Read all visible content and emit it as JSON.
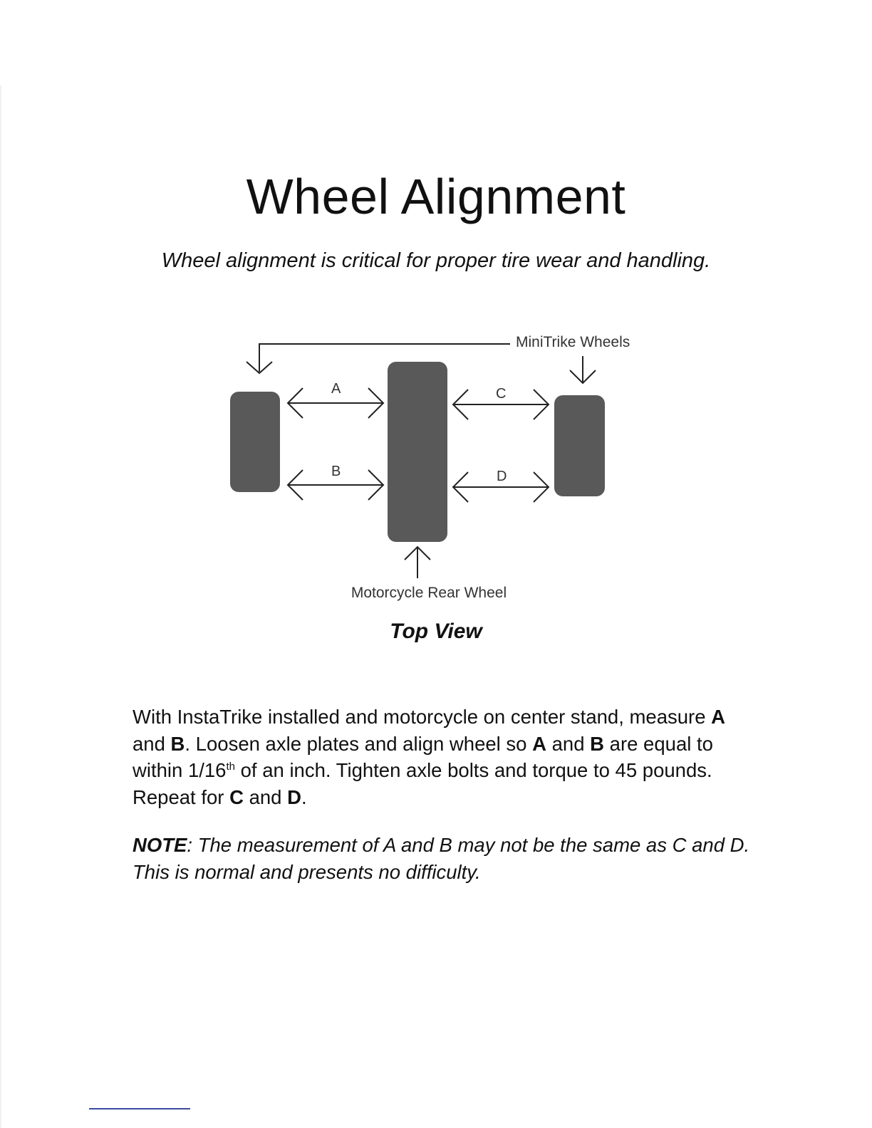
{
  "title": "Wheel Alignment",
  "subtitle": "Wheel alignment is critical for proper tire wear and handling.",
  "diagram": {
    "minitrike_label": "MiniTrike Wheels",
    "rear_wheel_label": "Motorcycle Rear Wheel",
    "measurement_a": "A",
    "measurement_b": "B",
    "measurement_c": "C",
    "measurement_d": "D",
    "wheel_color": "#595959"
  },
  "view_label": "Top View",
  "instructions": {
    "seg1": "With InstaTrike installed and motorcycle on center stand, measure ",
    "a1": "A",
    "seg2": " and ",
    "b1": "B",
    "seg3": ".  Loosen axle plates and align wheel so ",
    "a2": "A",
    "seg4": " and ",
    "b2": "B",
    "seg5": " are equal to within 1/16",
    "sup": "th",
    "seg6": " of an inch.  Tighten axle bolts and torque to 45 pounds.  Repeat for ",
    "c": "C",
    "seg7": " and ",
    "d": "D",
    "seg8": "."
  },
  "note": {
    "label": "NOTE",
    "text": ":  The measurement of A and B may not be the same as C and D.  This is normal and presents no difficulty."
  }
}
